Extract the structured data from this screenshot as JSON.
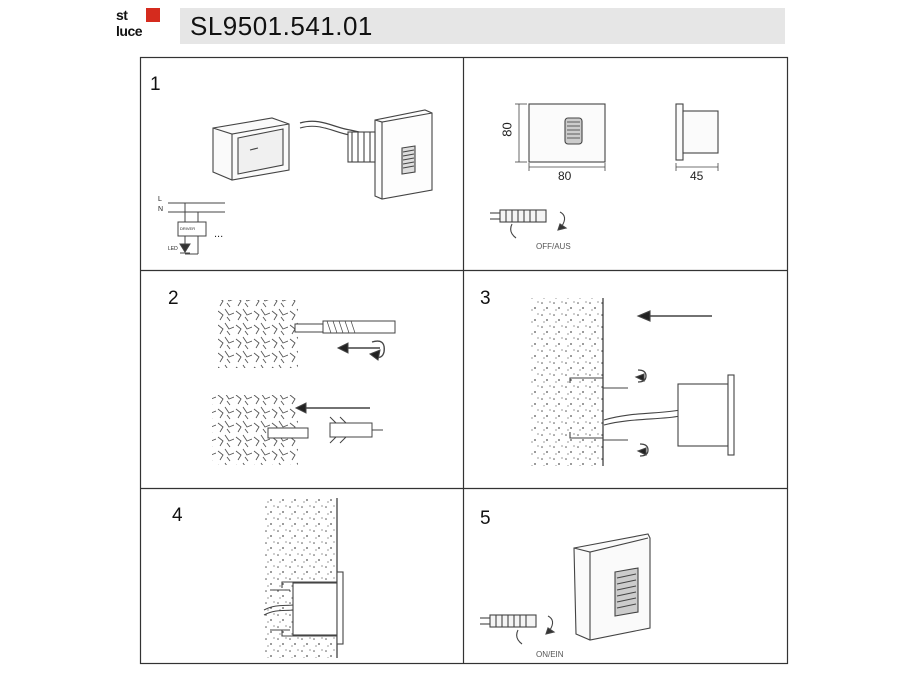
{
  "header": {
    "brand_line1": "st",
    "brand_line2": "luce",
    "model": "SL9501.541.01"
  },
  "panels": {
    "p1": {
      "step": "1",
      "wire_l": "L",
      "wire_n": "N",
      "driver_label": "DRIVER",
      "led_label": "LED",
      "dots": "..."
    },
    "p1b": {
      "dim_height": "80",
      "dim_width": "80",
      "dim_depth": "45",
      "switch_label": "OFF/AUS"
    },
    "p2": {
      "step": "2"
    },
    "p3": {
      "step": "3"
    },
    "p4": {
      "step": "4"
    },
    "p5": {
      "step": "5",
      "switch_label": "ON/EIN"
    }
  }
}
